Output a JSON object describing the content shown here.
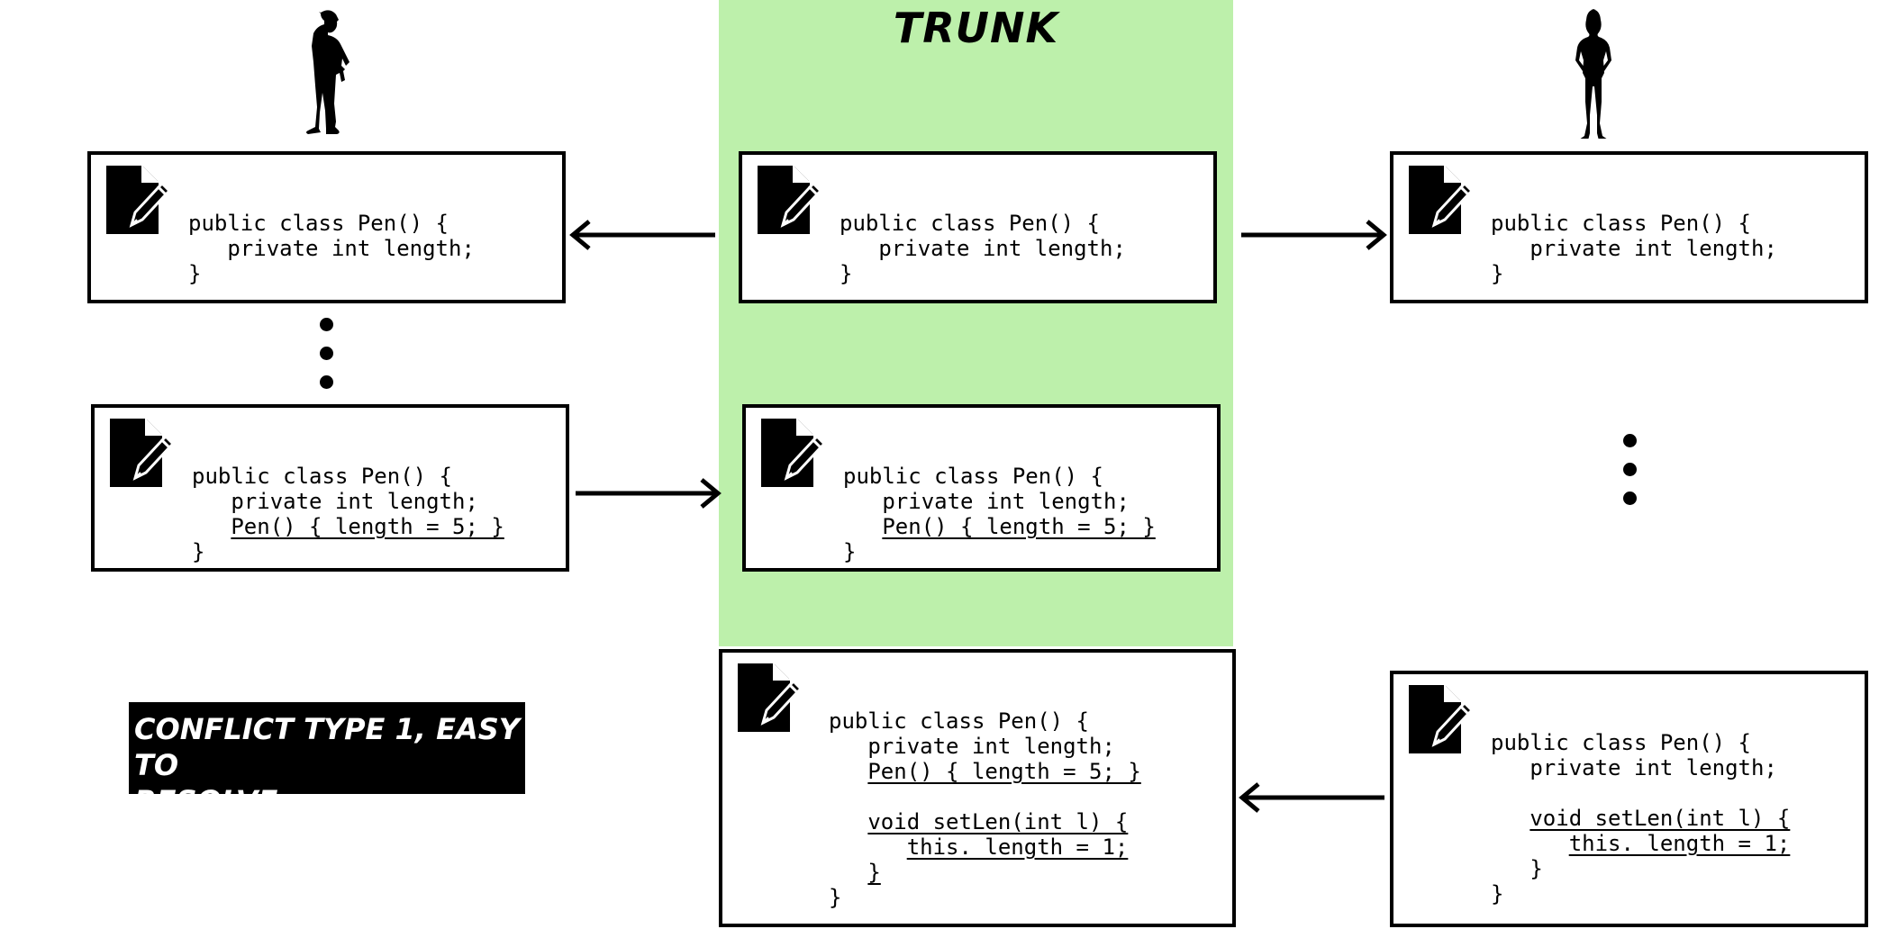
{
  "trunk": {
    "title": "TRUNK"
  },
  "boxes": {
    "left_top": {
      "lines": [
        {
          "indent": 0,
          "text": "public class Pen() {",
          "underline": false
        },
        {
          "indent": 1,
          "text": "private int length;",
          "underline": false
        },
        {
          "indent": 0,
          "text": "}",
          "underline": false
        }
      ]
    },
    "trunk_top": {
      "lines": [
        {
          "indent": 0,
          "text": "public class Pen() {",
          "underline": false
        },
        {
          "indent": 1,
          "text": "private int length;",
          "underline": false
        },
        {
          "indent": 0,
          "text": "}",
          "underline": false
        }
      ]
    },
    "right_top": {
      "lines": [
        {
          "indent": 0,
          "text": "public class Pen() {",
          "underline": false
        },
        {
          "indent": 1,
          "text": "private int length;",
          "underline": false
        },
        {
          "indent": 0,
          "text": "}",
          "underline": false
        }
      ]
    },
    "left_mid": {
      "lines": [
        {
          "indent": 0,
          "text": "public class Pen() {",
          "underline": false
        },
        {
          "indent": 1,
          "text": "private int length;",
          "underline": false
        },
        {
          "indent": 1,
          "text": "Pen() { length = 5; }",
          "underline": true
        },
        {
          "indent": 0,
          "text": "}",
          "underline": false
        }
      ]
    },
    "trunk_mid": {
      "lines": [
        {
          "indent": 0,
          "text": "public class Pen() {",
          "underline": false
        },
        {
          "indent": 1,
          "text": "private int length;",
          "underline": false
        },
        {
          "indent": 1,
          "text": "Pen() { length = 5; }",
          "underline": true
        },
        {
          "indent": 0,
          "text": "}",
          "underline": false
        }
      ]
    },
    "trunk_bottom": {
      "lines": [
        {
          "indent": 0,
          "text": "public class Pen() {",
          "underline": false
        },
        {
          "indent": 1,
          "text": "private int length;",
          "underline": false
        },
        {
          "indent": 1,
          "text": "Pen() { length = 5; }",
          "underline": true
        },
        {
          "indent": 0,
          "text": "",
          "underline": false
        },
        {
          "indent": 1,
          "text": "void setLen(int l) {",
          "underline": true
        },
        {
          "indent": 2,
          "text": "this. length = 1;",
          "underline": true
        },
        {
          "indent": 1,
          "text": "}",
          "underline": true
        },
        {
          "indent": 0,
          "text": "}",
          "underline": false
        }
      ]
    },
    "right_bottom": {
      "lines": [
        {
          "indent": 0,
          "text": "public class Pen() {",
          "underline": false
        },
        {
          "indent": 1,
          "text": "private int length;",
          "underline": false
        },
        {
          "indent": 0,
          "text": "",
          "underline": false
        },
        {
          "indent": 1,
          "text": "void setLen(int l) {",
          "underline": true
        },
        {
          "indent": 2,
          "text": "this. length = 1;",
          "underline": true
        },
        {
          "indent": 1,
          "text": "}",
          "underline": false
        },
        {
          "indent": 0,
          "text": "}",
          "underline": false
        }
      ]
    }
  },
  "conflict_label": {
    "line1": "CONFLICT TYPE 1, EASY TO",
    "line2": "RESOLVE"
  },
  "colors": {
    "trunk_background": "#bdf0ab",
    "box_border": "#000000",
    "label_background": "#000000",
    "label_text": "#ffffff"
  },
  "icons": {
    "document": "document-pen-icon",
    "left_developer": "male-developer-silhouette-icon",
    "right_developer": "female-developer-silhouette-icon"
  }
}
